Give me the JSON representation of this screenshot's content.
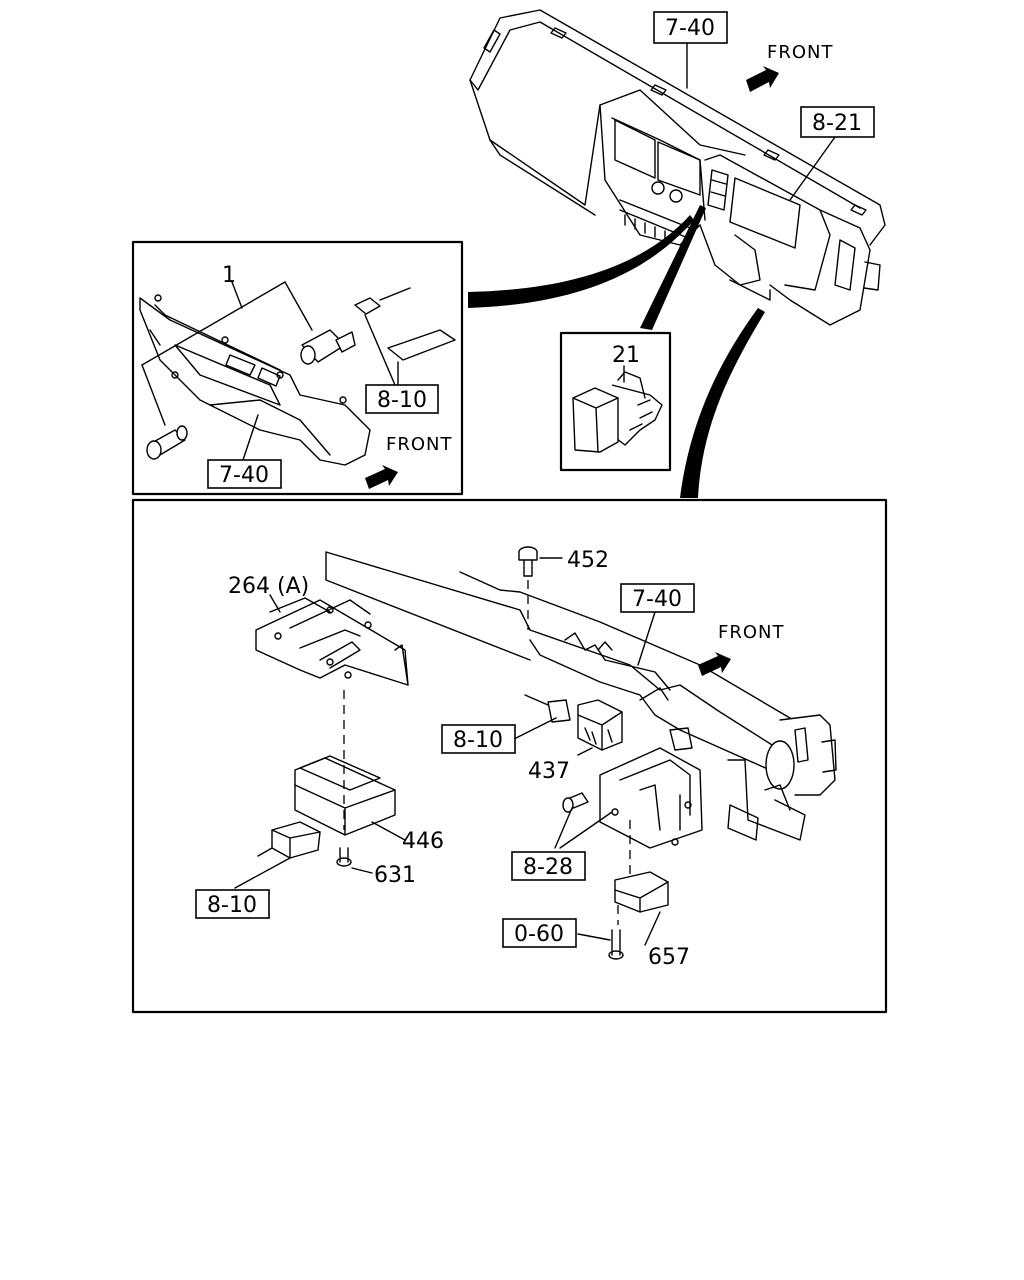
{
  "diagram": {
    "top_view": {
      "ref_7_40": "7-40",
      "ref_8_21": "8-21",
      "front": "FRONT"
    },
    "inset_left": {
      "part_1": "1",
      "ref_8_10": "8-10",
      "ref_7_40": "7-40",
      "front": "FRONT"
    },
    "inset_switch": {
      "part_21": "21"
    },
    "main_view": {
      "part_452": "452",
      "part_264a": "264 (A)",
      "ref_7_40": "7-40",
      "front": "FRONT",
      "ref_8_10_a": "8-10",
      "part_437": "437",
      "part_446": "446",
      "part_631": "631",
      "ref_8_10_b": "8-10",
      "ref_8_28": "8-28",
      "ref_0_60": "0-60",
      "part_657": "657"
    }
  }
}
